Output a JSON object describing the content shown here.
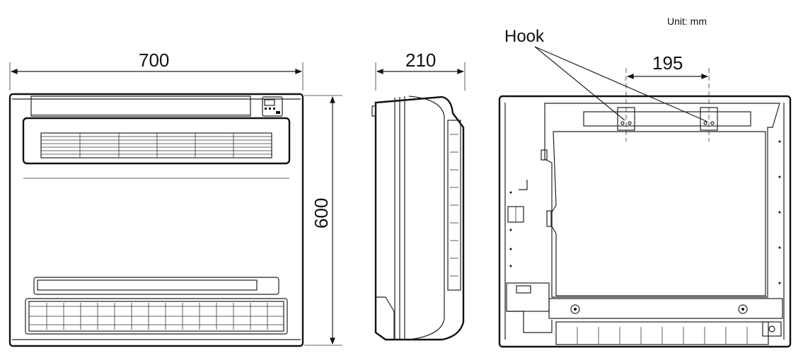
{
  "unit_label": "Unit: mm",
  "hook_label": "Hook",
  "dimensions": {
    "front_width": "700",
    "side_depth": "210",
    "front_height": "600",
    "hook_spacing": "195"
  }
}
